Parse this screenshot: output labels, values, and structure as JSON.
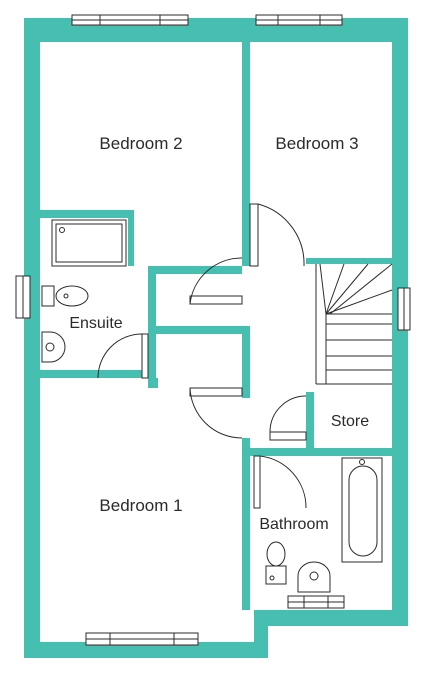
{
  "rooms": {
    "bedroom2": "Bedroom 2",
    "bedroom3": "Bedroom 3",
    "ensuite": "Ensuite",
    "store": "Store",
    "bedroom1": "Bedroom 1",
    "bathroom": "Bathroom"
  },
  "colors": {
    "wall": "#46bfb0",
    "line": "#2b2b2b",
    "background": "#ffffff"
  }
}
